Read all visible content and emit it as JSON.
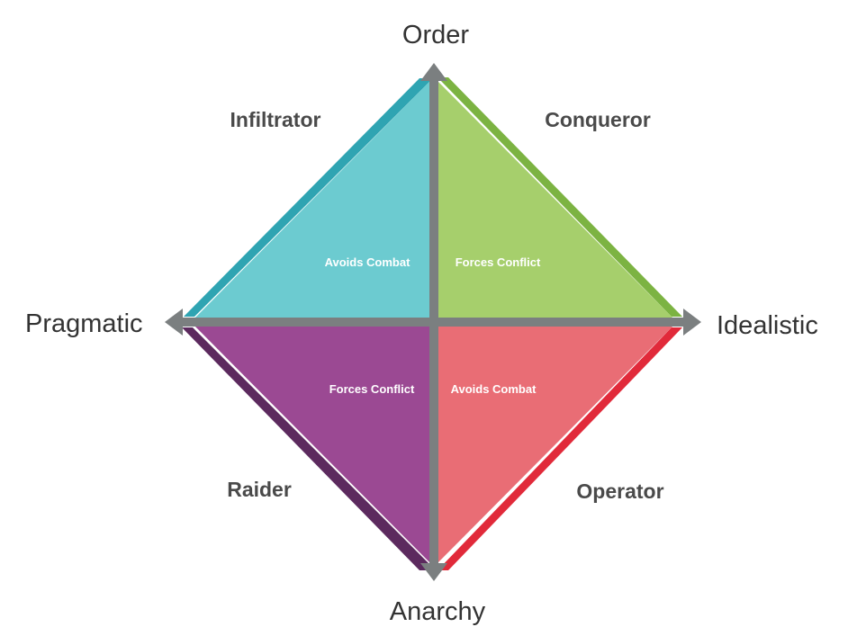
{
  "axes": {
    "top": "Order",
    "bottom": "Anarchy",
    "left": "Pragmatic",
    "right": "Idealistic"
  },
  "quadrants": {
    "top_left": {
      "name": "Infiltrator",
      "behavior": "Avoids Combat",
      "color": "#6ccbd0",
      "edge_color": "#2fa4b2"
    },
    "top_right": {
      "name": "Conqueror",
      "behavior": "Forces Conflict",
      "color": "#a6cf6c",
      "edge_color": "#7cb342"
    },
    "bottom_left": {
      "name": "Raider",
      "behavior": "Forces Conflict",
      "color": "#9b4993",
      "edge_color": "#5c2a5e"
    },
    "bottom_right": {
      "name": "Operator",
      "behavior": "Avoids Combat",
      "color": "#e96d75",
      "edge_color": "#e12a3a"
    }
  },
  "axis_color": "#7b7f80"
}
